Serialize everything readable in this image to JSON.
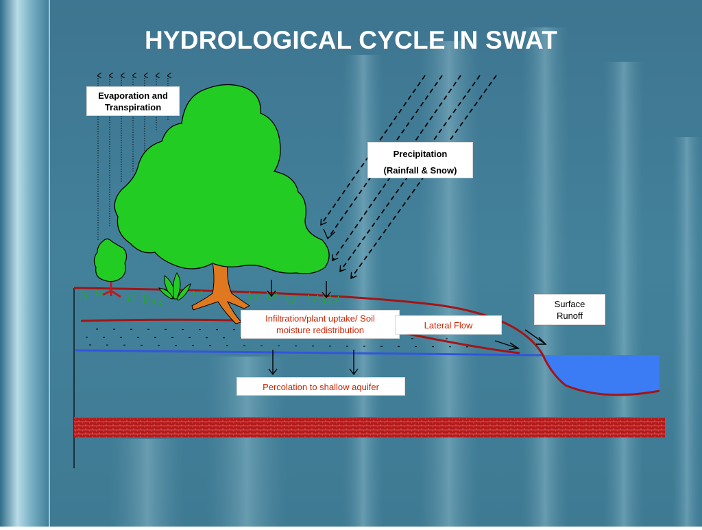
{
  "title": "HYDROLOGICAL CYCLE IN SWAT",
  "labels": {
    "evapotranspiration": [
      "Evaporation and",
      "Transpiration"
    ],
    "precipitation": [
      "Precipitation",
      "(Rainfall & Snow)"
    ],
    "surface_runoff": [
      "Surface",
      "Runoff"
    ],
    "infiltration": [
      "Infiltration/plant uptake/ Soil",
      "moisture redistribution"
    ],
    "lateral_flow": "Lateral Flow",
    "percolation": "Percolation to shallow aquifer"
  },
  "colors": {
    "background": "#3f7790",
    "soil_line": "#a31414",
    "water_table": "#3355dd",
    "water_body": "#3b7cf5",
    "tree_foliage": "#22cc22",
    "tree_trunk": "#e07820",
    "bedrock": "#b41a1a",
    "box_text_red": "#cc2200"
  },
  "icons": [
    "tree-icon",
    "small-tree-icon",
    "plant-icon",
    "grass-icon",
    "arrow-icon"
  ]
}
